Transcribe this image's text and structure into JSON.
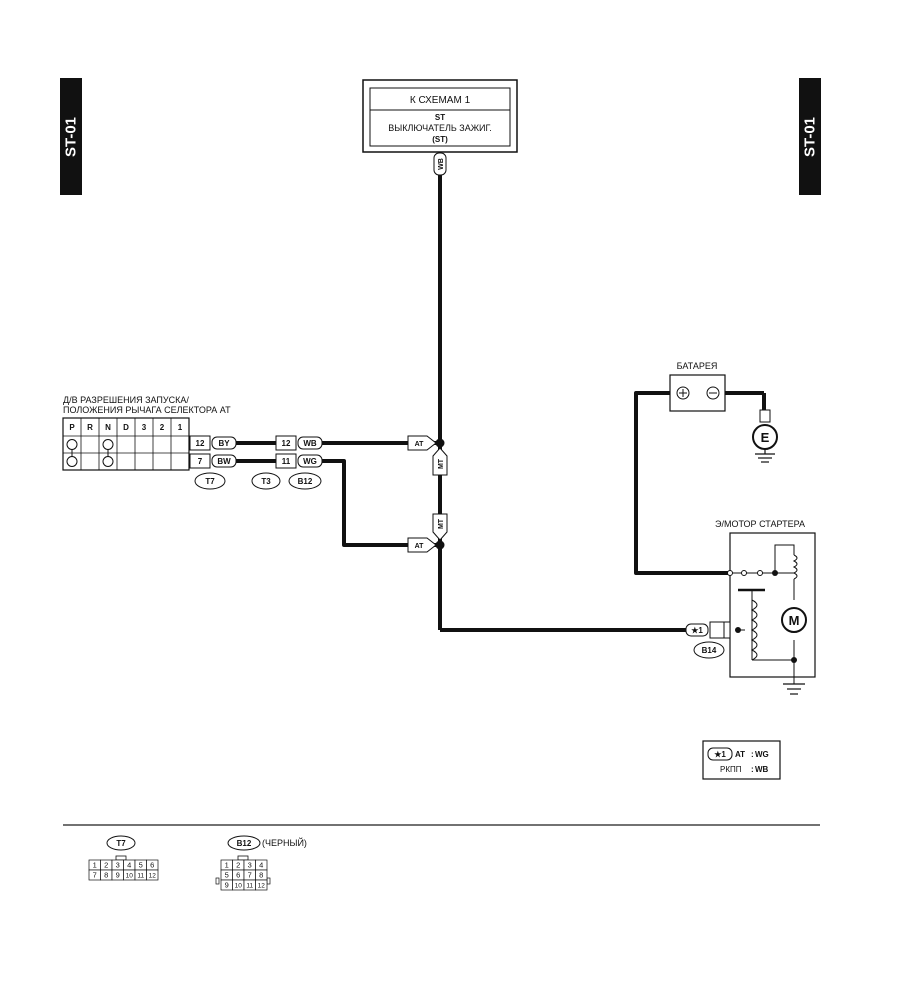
{
  "page_code": "ST-01",
  "ignition_box": {
    "ref": "К СХЕМАМ 1",
    "code": "ST",
    "name": "ВЫКЛЮЧАТЕЛЬ ЗАЖИГ.",
    "connector": "(ST)"
  },
  "wires": {
    "top": "WB",
    "t7_pin12_color": "BY",
    "t7_pin7_color": "BW",
    "b12_pin12_color": "WB",
    "b12_pin11_color": "WG"
  },
  "inhibitor": {
    "title_line1": "Д/В РАЗРЕШЕНИЯ ЗАПУСКА/",
    "title_line2": "ПОЛОЖЕНИЯ РЫЧАГА СЕЛЕКТОРА AT",
    "positions": [
      "P",
      "R",
      "N",
      "D",
      "3",
      "2",
      "1"
    ],
    "pin_top": "12",
    "pin_bottom": "7"
  },
  "b12_pins": {
    "top": "12",
    "bottom": "11"
  },
  "connector_tags": {
    "t7": "T7",
    "t3": "T3",
    "b12": "B12",
    "b14": "B14"
  },
  "junction_labels": {
    "at": "AT",
    "mt": "MT"
  },
  "battery": {
    "label": "БАТАРЕЯ",
    "ground": "E"
  },
  "starter": {
    "label": "Э/МОТОР СТАРТЕРА",
    "motor": "M"
  },
  "star_tag": "★1",
  "legend": {
    "star": "★1",
    "at_label": "AT",
    "at_value": "WG",
    "mt_label": "РКПП",
    "mt_value": "WB",
    "separator": ":"
  },
  "footer": {
    "t7_tag": "T7",
    "t7_rows": [
      [
        "1",
        "2",
        "3",
        "4",
        "5",
        "6"
      ],
      [
        "7",
        "8",
        "9",
        "10",
        "11",
        "12"
      ]
    ],
    "b12_tag": "B12",
    "b12_note": "(ЧЕРНЫЙ)",
    "b12_rows": [
      [
        "1",
        "2",
        "3",
        "4"
      ],
      [
        "5",
        "6",
        "7",
        "8"
      ],
      [
        "9",
        "10",
        "11",
        "12"
      ]
    ]
  }
}
